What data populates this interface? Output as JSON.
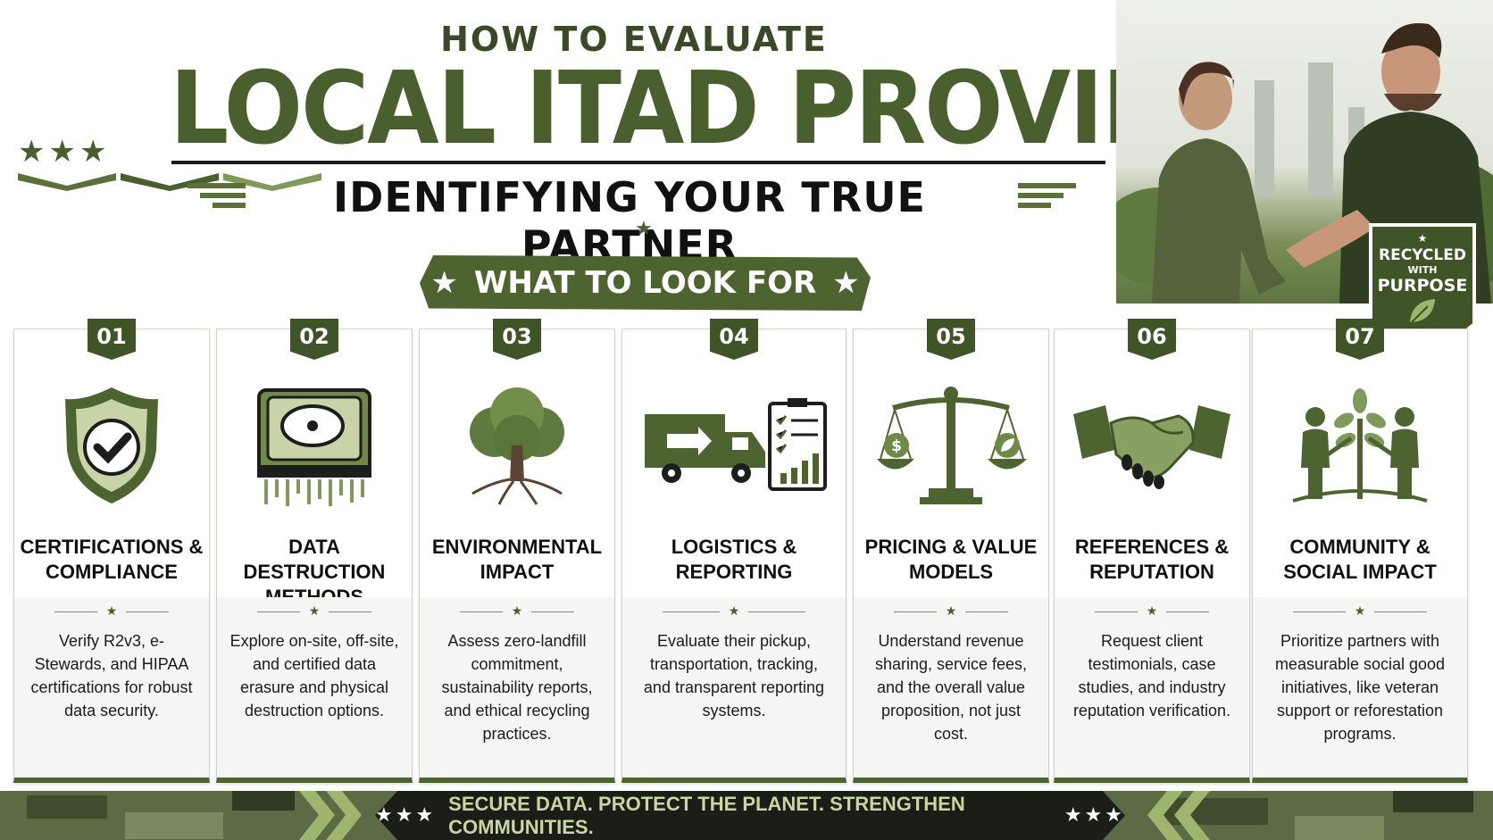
{
  "header": {
    "pre_title": "HOW TO EVALUATE",
    "main_title": "LOCAL ITAD PROVIDERS:",
    "subtitle": "IDENTIFYING YOUR TRUE PARTNER",
    "section_banner": "WHAT TO LOOK FOR",
    "banner_star": "★"
  },
  "badge": {
    "line1": "RECYCLED",
    "line2": "WITH",
    "line3": "PURPOSE"
  },
  "cards": [
    {
      "number": "01",
      "title": "CERTIFICATIONS & COMPLIANCE",
      "icon": "shield-check-icon",
      "desc": "Verify R2v3, e-Stewards, and HIPAA certifications for robust data security."
    },
    {
      "number": "02",
      "title": "DATA DESTRUCTION METHODS",
      "icon": "hard-drive-icon",
      "desc": "Explore on-site, off-site, and certified data erasure and physical destruction options."
    },
    {
      "number": "03",
      "title": "ENVIRONMENTAL IMPACT",
      "icon": "tree-icon",
      "desc": "Assess zero-landfill commitment, sustainability reports, and ethical recycling practices."
    },
    {
      "number": "04",
      "title": "LOGISTICS & REPORTING",
      "icon": "truck-clipboard-icon",
      "desc": "Evaluate their pickup, transportation, tracking, and transparent reporting systems."
    },
    {
      "number": "05",
      "title": "PRICING & VALUE MODELS",
      "icon": "balance-scale-icon",
      "desc": "Understand revenue sharing, service fees, and the overall value proposition, not just cost."
    },
    {
      "number": "06",
      "title": "REFERENCES & REPUTATION",
      "icon": "handshake-icon",
      "desc": "Request client testimonials, case studies, and industry reputation verification."
    },
    {
      "number": "07",
      "title": "COMMUNITY & SOCIAL IMPACT",
      "icon": "people-tree-icon",
      "desc": "Prioritize partners with measurable social good initiatives, like veteran support or reforestation programs."
    }
  ],
  "footer": {
    "stars": "★★★",
    "tagline": "SECURE DATA. PROTECT THE PLANET. STRENGTHEN COMMUNITIES."
  },
  "colors": {
    "olive_dark": "#3f5527",
    "olive": "#4e6430",
    "olive_light": "#7f9a5a",
    "text": "#111111"
  }
}
